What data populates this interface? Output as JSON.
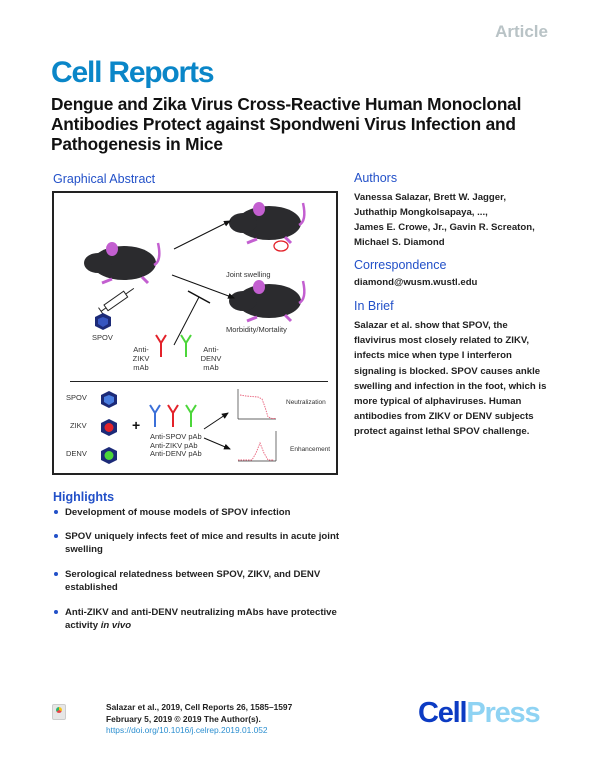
{
  "header": {
    "article_type": "Article",
    "journal": "Cell Reports",
    "title": "Dengue and Zika Virus Cross-Reactive Human Monoclonal Antibodies Protect against Spondweni Virus Infection and Pathogenesis in Mice"
  },
  "graphical_abstract": {
    "heading": "Graphical Abstract",
    "labels": {
      "joint_swelling": "Joint swelling",
      "morbidity": "Morbidity/Mortality",
      "spov": "SPOV",
      "anti_zikv_mab_line1": "Anti-ZIKV",
      "anti_zikv_mab_line2": "mAb",
      "anti_denv_mab_line1": "Anti-DENV",
      "anti_denv_mab_line2": "mAb",
      "virus_spov": "SPOV",
      "virus_zikv": "ZIKV",
      "virus_denv": "DENV",
      "plus": "+",
      "pab1": "Anti-SPOV pAb",
      "pab2": "Anti-ZIKV pAb",
      "pab3": "Anti-DENV pAb",
      "neutralization": "Neutralization",
      "enhancement": "Enhancement"
    },
    "colors": {
      "mouse_body": "#2b2b2e",
      "mouse_ear": "#c35fd0",
      "spov": "#4a7de0",
      "zikv": "#e3222a",
      "denv": "#4cd63a",
      "hex_outline": "#1c2a78",
      "curve": "#e8607a"
    }
  },
  "authors": {
    "heading": "Authors",
    "lines": [
      "Vanessa Salazar, Brett W. Jagger,",
      "Juthathip Mongkolsapaya, ...,",
      "James E. Crowe, Jr., Gavin R. Screaton,",
      "Michael S. Diamond"
    ]
  },
  "correspondence": {
    "heading": "Correspondence",
    "email": "diamond@wusm.wustl.edu"
  },
  "in_brief": {
    "heading": "In Brief",
    "lines": [
      "Salazar et al. show that SPOV, the",
      "flavivirus most closely related to ZIKV,",
      "infects mice when type I interferon",
      "signaling is blocked. SPOV causes ankle",
      "swelling and infection in the foot, which is",
      "more typical of alphaviruses. Human",
      "antibodies from ZIKV or DENV subjects",
      "protect against lethal SPOV challenge."
    ]
  },
  "highlights": {
    "heading": "Highlights",
    "items": [
      {
        "text": "Development of mouse models of SPOV infection",
        "italic_suffix": ""
      },
      {
        "text": "SPOV uniquely infects feet of mice and results in acute joint swelling",
        "italic_suffix": ""
      },
      {
        "text": "Serological relatedness between SPOV, ZIKV, and DENV established",
        "italic_suffix": ""
      },
      {
        "text": "Anti-ZIKV and anti-DENV neutralizing mAbs have protective activity ",
        "italic_suffix": "in vivo"
      }
    ]
  },
  "footer": {
    "citation": "Salazar et al., 2019, Cell Reports 26, 1585–1597",
    "date_copyright": "February 5, 2019 © 2019 The Author(s).",
    "doi": "https://doi.org/10.1016/j.celrep.2019.01.052",
    "publisher_cell": "Cell",
    "publisher_press": "Press",
    "badge": "check-for-updates-icon"
  }
}
